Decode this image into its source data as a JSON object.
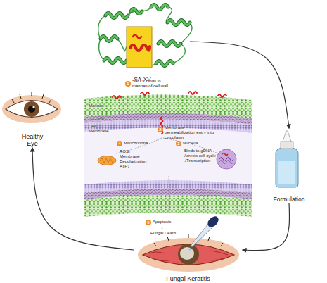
{
  "diagram": {
    "nodes": [
      {
        "text": [
          "SA-XV"
        ]
      },
      {
        "text": [
          "Formulation"
        ]
      },
      {
        "text": [
          "Fungal Keratitis"
        ]
      },
      {
        "text": [
          "Healthy Eye"
        ]
      }
    ],
    "edges": [
      {
        "from": 0,
        "to": 1,
        "arrow": "to"
      },
      {
        "from": 1,
        "to": 2,
        "arrow": "to"
      },
      {
        "from": 2,
        "to": 3,
        "arrow": "to"
      }
    ],
    "labels": [
      "1",
      "SA-XV binds to mannan of cell wall",
      "Mannan",
      "β-Glucan",
      "Cell Membrane",
      "2",
      "Membrane permeabilization entry into cytoplasm",
      "3",
      "Nucleus",
      "Binds to gDNA Arrests cell cycle ↓Transcription",
      "4",
      "Mitochondria",
      "ROS↑ Membrane Depolarization ATP↓",
      "5",
      "Apoptosis",
      "↓",
      "Fungal Death"
    ]
  }
}
